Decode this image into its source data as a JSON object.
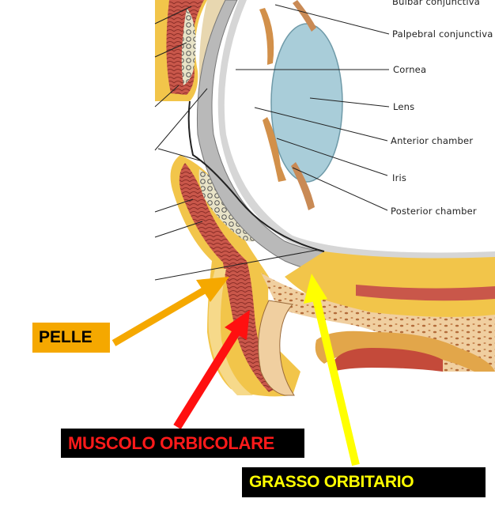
{
  "labels": {
    "bulbar_conjunctiva": "Bulbar conjunctiva",
    "palpebral_conjunctiva": "Palpebral conjunctiva",
    "cornea": "Cornea",
    "lens": "Lens",
    "anterior_chamber": "Anterior chamber",
    "iris": "Iris",
    "posterior_chamber": "Posterior chamber"
  },
  "callouts": {
    "pelle": {
      "text": "PELLE",
      "color": "#f5a800"
    },
    "muscolo": {
      "text": "MUSCOLO ORBICOLARE",
      "color": "#ff1a1a"
    },
    "grasso": {
      "text": "GRASSO ORBITARIO",
      "color": "#ffff00"
    }
  }
}
